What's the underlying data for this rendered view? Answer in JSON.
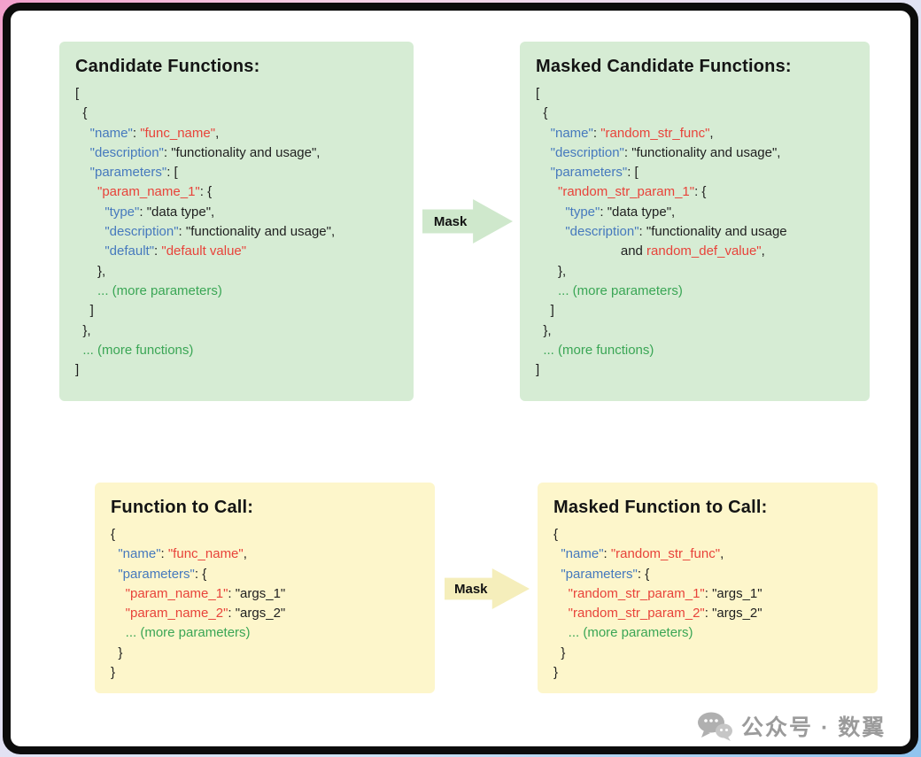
{
  "colors": {
    "key_blue": "#4679bd",
    "value_red": "#e8433a",
    "more_green": "#3aa655",
    "plain_dark": "#1f1f1f",
    "box_green": "#d6ecd4",
    "box_yellow": "#fdf6cb",
    "arrow_green": "#cfe8cc",
    "arrow_yellow": "#f5eebb"
  },
  "arrows": [
    {
      "label": "Mask"
    },
    {
      "label": "Mask"
    }
  ],
  "watermark": {
    "icon": "wechat-chat-bubbles-icon",
    "text": "公众号 · 数翼"
  },
  "boxes": [
    {
      "id": "candidate-functions",
      "title": "Candidate Functions:",
      "theme": "green",
      "lines": [
        [
          {
            "t": "[",
            "c": "p"
          }
        ],
        [
          {
            "t": "  {",
            "c": "p"
          }
        ],
        [
          {
            "t": "    ",
            "c": "p"
          },
          {
            "t": "\"name\"",
            "c": "k"
          },
          {
            "t": ": ",
            "c": "p"
          },
          {
            "t": "\"func_name\"",
            "c": "v"
          },
          {
            "t": ",",
            "c": "p"
          }
        ],
        [
          {
            "t": "    ",
            "c": "p"
          },
          {
            "t": "\"description\"",
            "c": "k"
          },
          {
            "t": ": \"functionality and usage\",",
            "c": "p"
          }
        ],
        [
          {
            "t": "    ",
            "c": "p"
          },
          {
            "t": "\"parameters\"",
            "c": "k"
          },
          {
            "t": ": [",
            "c": "p"
          }
        ],
        [
          {
            "t": "      ",
            "c": "p"
          },
          {
            "t": "\"param_name_1\"",
            "c": "v"
          },
          {
            "t": ": {",
            "c": "p"
          }
        ],
        [
          {
            "t": "        ",
            "c": "p"
          },
          {
            "t": "\"type\"",
            "c": "k"
          },
          {
            "t": ": \"data type\",",
            "c": "p"
          }
        ],
        [
          {
            "t": "        ",
            "c": "p"
          },
          {
            "t": "\"description\"",
            "c": "k"
          },
          {
            "t": ": \"functionality and usage\",",
            "c": "p"
          }
        ],
        [
          {
            "t": "        ",
            "c": "p"
          },
          {
            "t": "\"default\"",
            "c": "k"
          },
          {
            "t": ": ",
            "c": "p"
          },
          {
            "t": "\"default value\"",
            "c": "v"
          }
        ],
        [
          {
            "t": "      },",
            "c": "p"
          }
        ],
        [
          {
            "t": "      ",
            "c": "p"
          },
          {
            "t": "... (more parameters)",
            "c": "g"
          }
        ],
        [
          {
            "t": "    ]",
            "c": "p"
          }
        ],
        [
          {
            "t": "  },",
            "c": "p"
          }
        ],
        [
          {
            "t": "  ",
            "c": "p"
          },
          {
            "t": "... (more functions)",
            "c": "g"
          }
        ],
        [
          {
            "t": "]",
            "c": "p"
          }
        ]
      ]
    },
    {
      "id": "masked-candidate-functions",
      "title": "Masked Candidate Functions:",
      "theme": "green",
      "lines": [
        [
          {
            "t": "[",
            "c": "p"
          }
        ],
        [
          {
            "t": "  {",
            "c": "p"
          }
        ],
        [
          {
            "t": "    ",
            "c": "p"
          },
          {
            "t": "\"name\"",
            "c": "k"
          },
          {
            "t": ": ",
            "c": "p"
          },
          {
            "t": "\"random_str_func\"",
            "c": "v"
          },
          {
            "t": ",",
            "c": "p"
          }
        ],
        [
          {
            "t": "    ",
            "c": "p"
          },
          {
            "t": "\"description\"",
            "c": "k"
          },
          {
            "t": ": \"functionality and usage\",",
            "c": "p"
          }
        ],
        [
          {
            "t": "    ",
            "c": "p"
          },
          {
            "t": "\"parameters\"",
            "c": "k"
          },
          {
            "t": ": [",
            "c": "p"
          }
        ],
        [
          {
            "t": "      ",
            "c": "p"
          },
          {
            "t": "\"random_str_param_1\"",
            "c": "v"
          },
          {
            "t": ": {",
            "c": "p"
          }
        ],
        [
          {
            "t": "        ",
            "c": "p"
          },
          {
            "t": "\"type\"",
            "c": "k"
          },
          {
            "t": ": \"data type\",",
            "c": "p"
          }
        ],
        [
          {
            "t": "        ",
            "c": "p"
          },
          {
            "t": "\"description\"",
            "c": "k"
          },
          {
            "t": ": \"functionality and usage",
            "c": "p"
          }
        ],
        [
          {
            "t": "                       and ",
            "c": "p"
          },
          {
            "t": "random_def_value\"",
            "c": "v"
          },
          {
            "t": ",",
            "c": "p"
          }
        ],
        [
          {
            "t": "      },",
            "c": "p"
          }
        ],
        [
          {
            "t": "      ",
            "c": "p"
          },
          {
            "t": "... (more parameters)",
            "c": "g"
          }
        ],
        [
          {
            "t": "    ]",
            "c": "p"
          }
        ],
        [
          {
            "t": "  },",
            "c": "p"
          }
        ],
        [
          {
            "t": "  ",
            "c": "p"
          },
          {
            "t": "... (more functions)",
            "c": "g"
          }
        ],
        [
          {
            "t": "]",
            "c": "p"
          }
        ]
      ]
    },
    {
      "id": "function-to-call",
      "title": "Function to Call:",
      "theme": "yellow",
      "lines": [
        [
          {
            "t": "{",
            "c": "p"
          }
        ],
        [
          {
            "t": "  ",
            "c": "p"
          },
          {
            "t": "\"name\"",
            "c": "k"
          },
          {
            "t": ": ",
            "c": "p"
          },
          {
            "t": "\"func_name\"",
            "c": "v"
          },
          {
            "t": ",",
            "c": "p"
          }
        ],
        [
          {
            "t": "  ",
            "c": "p"
          },
          {
            "t": "\"parameters\"",
            "c": "k"
          },
          {
            "t": ": {",
            "c": "p"
          }
        ],
        [
          {
            "t": "    ",
            "c": "p"
          },
          {
            "t": "\"param_name_1\"",
            "c": "v"
          },
          {
            "t": ": \"args_1\"",
            "c": "p"
          }
        ],
        [
          {
            "t": "    ",
            "c": "p"
          },
          {
            "t": "\"param_name_2\"",
            "c": "v"
          },
          {
            "t": ": \"args_2\"",
            "c": "p"
          }
        ],
        [
          {
            "t": "    ",
            "c": "p"
          },
          {
            "t": "... (more parameters)",
            "c": "g"
          }
        ],
        [
          {
            "t": "  }",
            "c": "p"
          }
        ],
        [
          {
            "t": "}",
            "c": "p"
          }
        ]
      ]
    },
    {
      "id": "masked-function-to-call",
      "title": "Masked Function to Call:",
      "theme": "yellow",
      "lines": [
        [
          {
            "t": "{",
            "c": "p"
          }
        ],
        [
          {
            "t": "  ",
            "c": "p"
          },
          {
            "t": "\"name\"",
            "c": "k"
          },
          {
            "t": ": ",
            "c": "p"
          },
          {
            "t": "\"random_str_func\"",
            "c": "v"
          },
          {
            "t": ",",
            "c": "p"
          }
        ],
        [
          {
            "t": "  ",
            "c": "p"
          },
          {
            "t": "\"parameters\"",
            "c": "k"
          },
          {
            "t": ": {",
            "c": "p"
          }
        ],
        [
          {
            "t": "    ",
            "c": "p"
          },
          {
            "t": "\"random_str_param_1\"",
            "c": "v"
          },
          {
            "t": ": \"args_1\"",
            "c": "p"
          }
        ],
        [
          {
            "t": "    ",
            "c": "p"
          },
          {
            "t": "\"random_str_param_2\"",
            "c": "v"
          },
          {
            "t": ": \"args_2\"",
            "c": "p"
          }
        ],
        [
          {
            "t": "    ",
            "c": "p"
          },
          {
            "t": "... (more parameters)",
            "c": "g"
          }
        ],
        [
          {
            "t": "  }",
            "c": "p"
          }
        ],
        [
          {
            "t": "}",
            "c": "p"
          }
        ]
      ]
    }
  ]
}
